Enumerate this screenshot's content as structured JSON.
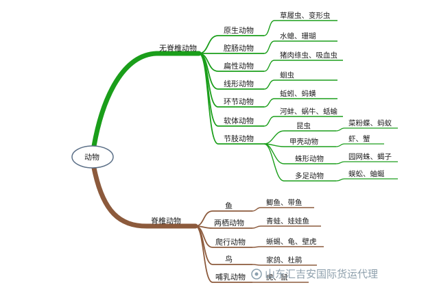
{
  "root": "动物",
  "branches": [
    {
      "label": "无脊椎动物",
      "color": "#1a9e1a",
      "children": [
        {
          "label": "原生动物",
          "leaves": [
            "草履虫、变形虫"
          ]
        },
        {
          "label": "腔肠动物",
          "leaves": [
            "水螅、珊瑚"
          ]
        },
        {
          "label": "扁性动物",
          "leaves": [
            "猪肉绦虫、吸血虫"
          ]
        },
        {
          "label": "线形动物",
          "leaves": [
            "蛔虫"
          ]
        },
        {
          "label": "环节动物",
          "leaves": [
            "蚯蚓、蚂蟥"
          ]
        },
        {
          "label": "软体动物",
          "leaves": [
            "河蚌、蜗牛、蛞蝓"
          ]
        },
        {
          "label": "节肢动物",
          "sub": [
            {
              "label": "昆虫",
              "leaves": [
                "菜粉蝶、蚂蚁"
              ]
            },
            {
              "label": "甲壳动物",
              "leaves": [
                "虾、蟹"
              ]
            },
            {
              "label": "蛛形动物",
              "leaves": [
                "园网蛛、蝎子"
              ]
            },
            {
              "label": "多足动物",
              "leaves": [
                "蜈蚣、蚰蜒"
              ]
            }
          ]
        }
      ]
    },
    {
      "label": "脊椎动物",
      "color": "#8c5a3c",
      "children": [
        {
          "label": "鱼",
          "leaves": [
            "鲫鱼、带鱼"
          ]
        },
        {
          "label": "两栖动物",
          "leaves": [
            "青蛙、娃娃鱼"
          ]
        },
        {
          "label": "爬行动物",
          "leaves": [
            "蜥蜴、龟、壁虎"
          ]
        },
        {
          "label": "鸟",
          "leaves": [
            "家鸽、杜鹃"
          ]
        },
        {
          "label": "哺乳动物",
          "leaves": [
            "虎、鼠"
          ]
        }
      ]
    }
  ],
  "watermark": "山东汇吉安国际货运代理"
}
